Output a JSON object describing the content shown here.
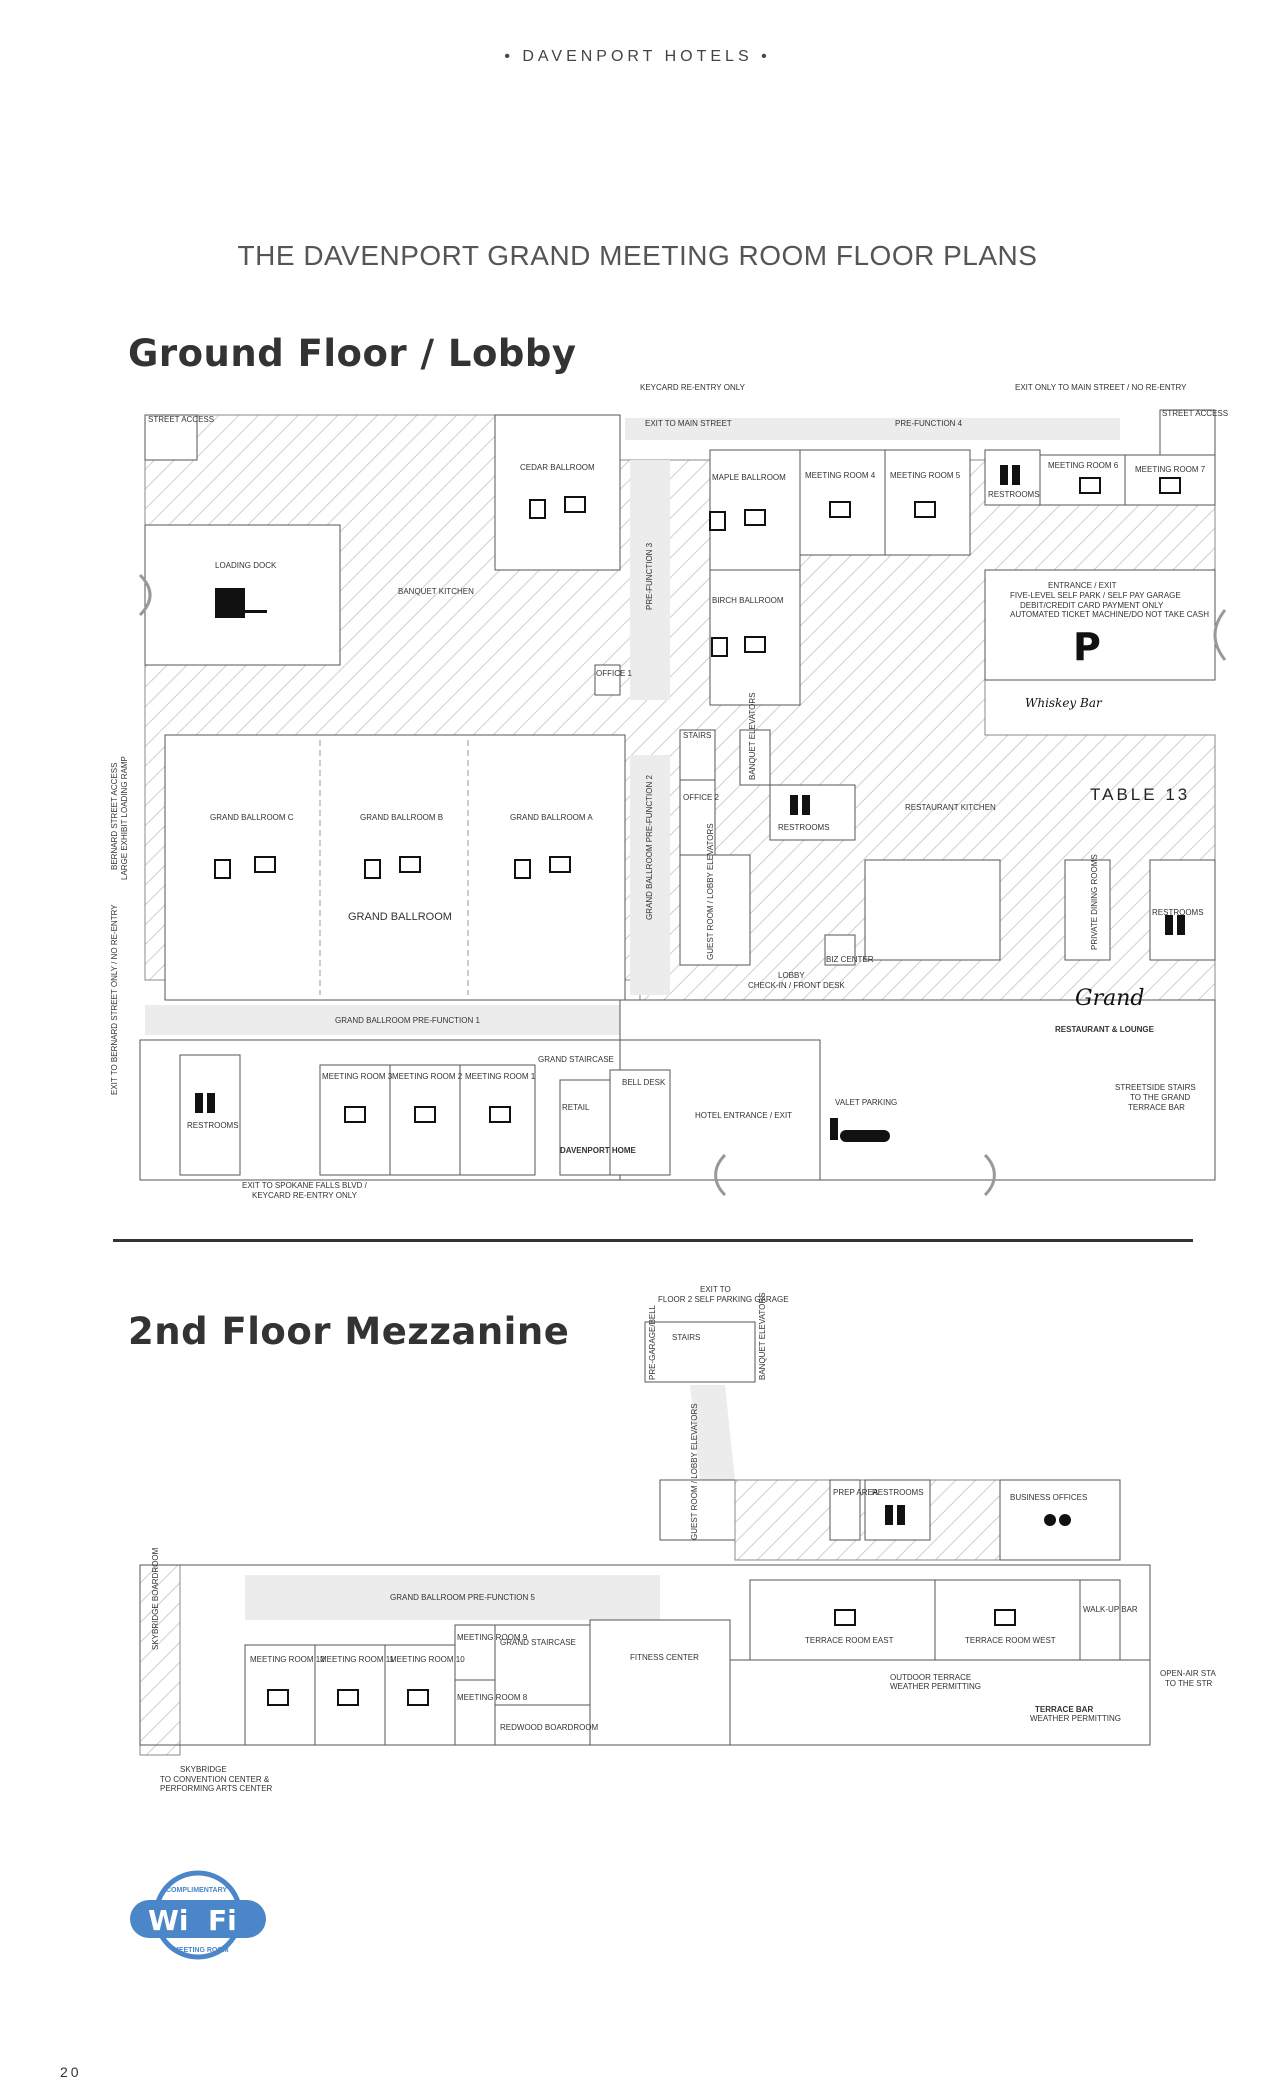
{
  "header": {
    "brand": "• DAVENPORT HOTELS •"
  },
  "page_title": "THE DAVENPORT GRAND MEETING ROOM FLOOR PLANS",
  "ground_floor": {
    "title": "Ground Floor / Lobby",
    "labels": {
      "keycard": "KEYCARD RE-ENTRY ONLY",
      "exit_main_only": "EXIT ONLY TO MAIN STREET / NO RE-ENTRY",
      "street_access_left": "STREET ACCESS",
      "street_access_right": "STREET ACCESS",
      "exit_main": "EXIT TO MAIN STREET",
      "prefunction4": "PRE-FUNCTION 4",
      "cedar": "CEDAR BALLROOM",
      "maple": "MAPLE BALLROOM",
      "mr4": "MEETING ROOM 4",
      "mr5": "MEETING ROOM 5",
      "restrooms_top": "RESTROOMS",
      "mr6": "MEETING ROOM 6",
      "mr7": "MEETING ROOM 7",
      "loading": "LOADING DOCK",
      "banquet": "BANQUET KITCHEN",
      "prefunction3": "PRE-FUNCTION 3",
      "birch": "BIRCH BALLROOM",
      "entrance": "ENTRANCE / EXIT",
      "garage": "FIVE-LEVEL SELF PARK / SELF PAY GARAGE",
      "garage_note1": "DEBIT/CREDIT CARD PAYMENT ONLY",
      "garage_note2": "AUTOMATED TICKET MACHINE/DO NOT TAKE CASH",
      "office1": "OFFICE 1",
      "whiskey": "Whiskey Bar",
      "stairs": "STAIRS",
      "elevators": "BANQUET ELEVATORS",
      "office2": "OFFICE 2",
      "restrooms_mid": "RESTROOMS",
      "restaurant_kitchen": "RESTAURANT KITCHEN",
      "table13": "TABLE 13",
      "gbc": "GRAND BALLROOM C",
      "gbb": "GRAND BALLROOM B",
      "gba": "GRAND BALLROOM A",
      "grand_ballroom": "GRAND BALLROOM",
      "gb_prefunction2": "GRAND BALLROOM PRE-FUNCTION 2",
      "bernard": "BERNARD STREET ACCESS",
      "bernard2": "LARGE EXHIBIT LOADING RAMP",
      "exit_bernard": "EXIT TO BERNARD STREET ONLY / NO RE-ENTRY",
      "guest_elev": "GUEST ROOM / LOBBY ELEVATORS",
      "private_dining": "PRIVATE DINING ROOMS",
      "restrooms_right": "RESTROOMS",
      "lobby": "LOBBY",
      "checkin": "CHECK-IN / FRONT DESK",
      "biz": "BIZ CENTER",
      "restaurant": "RESTAURANT & LOUNGE",
      "grand_script": "Grand",
      "gb_prefunction1": "GRAND BALLROOM PRE-FUNCTION 1",
      "restrooms_bottom": "RESTROOMS",
      "mr3": "MEETING ROOM 3",
      "mr2": "MEETING ROOM 2",
      "mr1": "MEETING ROOM 1",
      "grand_staircase": "GRAND STAIRCASE",
      "retail": "RETAIL",
      "davenport_home": "DAVENPORT HOME",
      "bell": "BELL DESK",
      "hotel_entrance": "HOTEL ENTRANCE / EXIT",
      "valet": "VALET PARKING",
      "streetside1": "STREETSIDE STAIRS",
      "streetside2": "TO THE GRAND",
      "streetside3": "TERRACE BAR",
      "exit_spokane1": "EXIT TO SPOKANE FALLS BLVD /",
      "exit_spokane2": "KEYCARD RE-ENTRY ONLY"
    }
  },
  "second_floor": {
    "title": "2nd Floor Mezzanine",
    "labels": {
      "exit_to": "EXIT TO",
      "exit_garage": "FLOOR 2 SELF PARKING GARAGE",
      "stairs": "STAIRS",
      "pre_garage": "PRE-GARAGE/BELL",
      "banquet_elev": "BANQUET ELEVATORS",
      "guest_elev": "GUEST ROOM / LOBBY ELEVATORS",
      "prep": "PREP AREA",
      "restrooms": "RESTROOMS",
      "business": "BUSINESS OFFICES",
      "skybridge_board": "SKYBRIDGE BOARDROOM",
      "prefunction5": "GRAND BALLROOM PRE-FUNCTION 5",
      "terrace_east": "TERRACE ROOM EAST",
      "terrace_west": "TERRACE ROOM WEST",
      "walkup": "WALK-UP BAR",
      "mr12": "MEETING ROOM 12",
      "mr11": "MEETING ROOM 11",
      "mr10": "MEETING ROOM 10",
      "mr9": "MEETING ROOM 9",
      "mr8": "MEETING ROOM 8",
      "grand_staircase": "GRAND STAIRCASE",
      "redwood": "REDWOOD BOARDROOM",
      "fitness": "FITNESS CENTER",
      "outdoor": "OUTDOOR TERRACE",
      "weather": "WEATHER PERMITTING",
      "terrace_bar": "TERRACE BAR",
      "terrace_bar_note": "WEATHER PERMITTING",
      "open_air1": "OPEN-AIR STA",
      "open_air2": "TO THE STR",
      "skybridge1": "SKYBRIDGE",
      "skybridge2": "TO CONVENTION CENTER &",
      "skybridge3": "PERFORMING ARTS CENTER"
    }
  },
  "wifi": {
    "word1": "Wi",
    "word2": "Fi",
    "arc_top": "COMPLIMENTARY",
    "arc_bottom": "MEETING ROOM"
  },
  "page_number": "20",
  "colors": {
    "wifi_blue": "#4a86c8",
    "hatch": "#c8c8c8",
    "hall": "#ececec"
  }
}
